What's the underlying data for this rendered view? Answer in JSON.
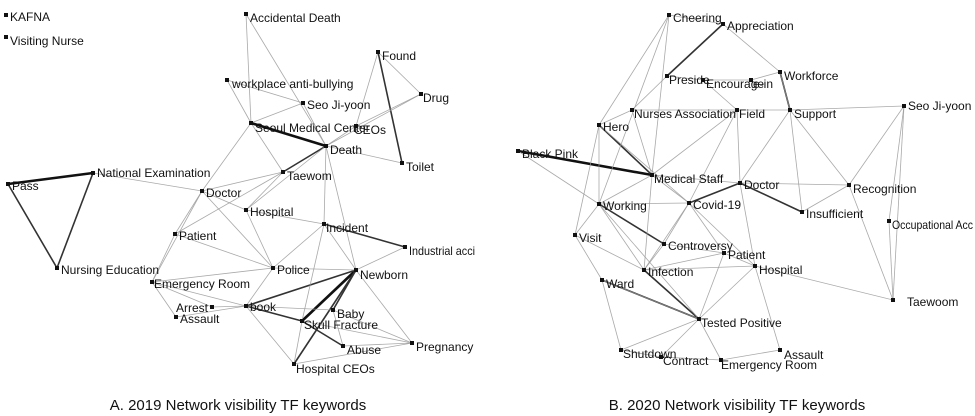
{
  "panels": [
    {
      "id": "2019",
      "caption": "A. 2019 Network visibility TF keywords",
      "nodes": [
        {
          "id": "kafna",
          "label": "KAFNA"
        },
        {
          "id": "visiting_nurse",
          "label": "Visiting Nurse"
        },
        {
          "id": "accidental_death",
          "label": "Accidental Death"
        },
        {
          "id": "workplace",
          "label": "workplace anti-bullying"
        },
        {
          "id": "seo",
          "label": "Seo Ji-yoon"
        },
        {
          "id": "found",
          "label": "Found"
        },
        {
          "id": "drug",
          "label": "Drug"
        },
        {
          "id": "smc",
          "label": "Seoul Medical Center"
        },
        {
          "id": "ceos",
          "label": "CEOs"
        },
        {
          "id": "death",
          "label": "Death"
        },
        {
          "id": "toilet",
          "label": "Toilet"
        },
        {
          "id": "pass",
          "label": "Pass"
        },
        {
          "id": "national_exam",
          "label": "National  Examination"
        },
        {
          "id": "taewom",
          "label": "Taewom"
        },
        {
          "id": "doctor",
          "label": "Doctor"
        },
        {
          "id": "hospital",
          "label": "Hospital"
        },
        {
          "id": "incident",
          "label": "Incident"
        },
        {
          "id": "industrial",
          "label": "Industrial acci"
        },
        {
          "id": "patient",
          "label": "Patient"
        },
        {
          "id": "nursing_edu",
          "label": "Nursing Education"
        },
        {
          "id": "police",
          "label": "Police"
        },
        {
          "id": "newborn",
          "label": "Newborn"
        },
        {
          "id": "er",
          "label": "Emergency Room"
        },
        {
          "id": "arrest",
          "label": "Arrest"
        },
        {
          "id": "book",
          "label": "book"
        },
        {
          "id": "baby",
          "label": "Baby"
        },
        {
          "id": "assault",
          "label": "Assault"
        },
        {
          "id": "skull",
          "label": "Skull Fracture"
        },
        {
          "id": "abuse",
          "label": "Abuse"
        },
        {
          "id": "pregnancy",
          "label": "Pregnancy"
        },
        {
          "id": "hosp_ceos",
          "label": "Hospital CEOs"
        }
      ],
      "edges": [
        [
          "pass",
          "national_exam",
          3
        ],
        [
          "pass",
          "nursing_edu",
          2
        ],
        [
          "national_exam",
          "nursing_edu",
          2
        ],
        [
          "found",
          "toilet",
          2
        ],
        [
          "smc",
          "death",
          3
        ],
        [
          "taewom",
          "death",
          2
        ],
        [
          "ceos",
          "death",
          1
        ],
        [
          "incident",
          "industrial",
          2
        ],
        [
          "newborn",
          "skull",
          3
        ],
        [
          "newborn",
          "book",
          2
        ],
        [
          "newborn",
          "baby",
          2
        ],
        [
          "skull",
          "abuse",
          2
        ],
        [
          "book",
          "skull",
          2
        ],
        [
          "newborn",
          "hosp_ceos",
          2
        ],
        [
          "police",
          "newborn",
          1
        ],
        [
          "newborn",
          "pregnancy",
          1
        ],
        [
          "incident",
          "skull",
          1
        ],
        [
          "accidental_death",
          "smc",
          1
        ],
        [
          "accidental_death",
          "death",
          1
        ],
        [
          "workplace",
          "smc",
          1
        ],
        [
          "workplace",
          "seo",
          1
        ],
        [
          "seo",
          "smc",
          1
        ],
        [
          "seo",
          "death",
          1
        ],
        [
          "found",
          "drug",
          1
        ],
        [
          "drug",
          "death",
          1
        ],
        [
          "smc",
          "taewom",
          1
        ],
        [
          "taewom",
          "doctor",
          1
        ],
        [
          "doctor",
          "hospital",
          1
        ],
        [
          "doctor",
          "patient",
          1
        ],
        [
          "doctor",
          "er",
          1
        ],
        [
          "hospital",
          "police",
          1
        ],
        [
          "hospital",
          "incident",
          1
        ],
        [
          "patient",
          "er",
          1
        ],
        [
          "er",
          "assault",
          1
        ],
        [
          "er",
          "arrest",
          1
        ],
        [
          "er",
          "police",
          1
        ],
        [
          "incident",
          "newborn",
          1
        ],
        [
          "book",
          "police",
          1
        ],
        [
          "book",
          "baby",
          1
        ],
        [
          "baby",
          "pregnancy",
          1
        ],
        [
          "abuse",
          "pregnancy",
          1
        ],
        [
          "hosp_ceos",
          "pregnancy",
          1
        ],
        [
          "skull",
          "pregnancy",
          1
        ],
        [
          "death",
          "incident",
          1
        ],
        [
          "death",
          "toilet",
          1
        ],
        [
          "taewom",
          "hospital",
          1
        ],
        [
          "national_exam",
          "doctor",
          1
        ],
        [
          "incident",
          "police",
          1
        ],
        [
          "arrest",
          "book",
          1
        ],
        [
          "assault",
          "book",
          1
        ],
        [
          "hosp_ceos",
          "book",
          1
        ],
        [
          "patient",
          "police",
          1
        ],
        [
          "smc",
          "doctor",
          1
        ],
        [
          "death",
          "hospital",
          1
        ],
        [
          "skull",
          "hosp_ceos",
          1
        ],
        [
          "baby",
          "abuse",
          1
        ],
        [
          "industrial",
          "newborn",
          1
        ],
        [
          "ceos",
          "found",
          1
        ],
        [
          "taewom",
          "patient",
          1
        ],
        [
          "doctor",
          "police",
          1
        ],
        [
          "er",
          "book",
          1
        ],
        [
          "death",
          "newborn",
          1
        ],
        [
          "drug",
          "ceos",
          1
        ]
      ]
    },
    {
      "id": "2020",
      "caption": "B. 2020 Network visibility TF keywords",
      "nodes": [
        {
          "id": "cheering",
          "label": "Cheering"
        },
        {
          "id": "appreciation",
          "label": "Appreciation"
        },
        {
          "id": "preside",
          "label": "Preside"
        },
        {
          "id": "encourage",
          "label": "Encourage"
        },
        {
          "id": "ein",
          "label": "e-in"
        },
        {
          "id": "workforce",
          "label": "Workforce"
        },
        {
          "id": "nurses_assoc",
          "label": "Nurses Association"
        },
        {
          "id": "field",
          "label": "Field"
        },
        {
          "id": "support",
          "label": "Support"
        },
        {
          "id": "seo",
          "label": "Seo Ji-yoon"
        },
        {
          "id": "hero",
          "label": "Hero"
        },
        {
          "id": "black_pink",
          "label": "Black Pink"
        },
        {
          "id": "medical_staff",
          "label": "Medical Staff"
        },
        {
          "id": "doctor",
          "label": "Doctor"
        },
        {
          "id": "recognition",
          "label": "Recognition"
        },
        {
          "id": "working",
          "label": "Working"
        },
        {
          "id": "covid",
          "label": "Covid-19"
        },
        {
          "id": "insufficient",
          "label": "Insufficient"
        },
        {
          "id": "occupational",
          "label": "Occupational Acc"
        },
        {
          "id": "visit",
          "label": "Visit"
        },
        {
          "id": "controversy",
          "label": "Controversy"
        },
        {
          "id": "patient",
          "label": "Patient"
        },
        {
          "id": "infection",
          "label": "Infection"
        },
        {
          "id": "hospital",
          "label": "Hospital"
        },
        {
          "id": "ward",
          "label": "Ward"
        },
        {
          "id": "taewoom",
          "label": "Taewoom"
        },
        {
          "id": "tested_positive",
          "label": "Tested Positive"
        },
        {
          "id": "shutdown",
          "label": "Shutdown"
        },
        {
          "id": "assault",
          "label": "Assault"
        },
        {
          "id": "contract",
          "label": "Contract"
        },
        {
          "id": "er",
          "label": "Emergency Room"
        }
      ],
      "edges": [
        [
          "black_pink",
          "medical_staff",
          3
        ],
        [
          "working",
          "controversy",
          2
        ],
        [
          "tested_positive",
          "ward",
          2
        ],
        [
          "tested_positive",
          "infection",
          2
        ],
        [
          "covid",
          "doctor",
          2
        ],
        [
          "hero",
          "medical_staff",
          2
        ],
        [
          "appreciation",
          "preside",
          2
        ],
        [
          "support",
          "workforce",
          2
        ],
        [
          "seo",
          "recognition",
          1
        ],
        [
          "seo",
          "occupational",
          1
        ],
        [
          "recognition",
          "insufficient",
          1
        ],
        [
          "recognition",
          "taewoom",
          1
        ],
        [
          "occupational",
          "taewoom",
          1
        ],
        [
          "seo",
          "taewoom",
          1
        ],
        [
          "insufficient",
          "doctor",
          2
        ],
        [
          "cheering",
          "hero",
          1
        ],
        [
          "cheering",
          "appreciation",
          1
        ],
        [
          "cheering",
          "medical_staff",
          1
        ],
        [
          "preside",
          "encourage",
          1
        ],
        [
          "encourage",
          "ein",
          1
        ],
        [
          "ein",
          "workforce",
          1
        ],
        [
          "nurses_assoc",
          "field",
          1
        ],
        [
          "field",
          "support",
          1
        ],
        [
          "support",
          "seo",
          1
        ],
        [
          "hero",
          "working",
          1
        ],
        [
          "working",
          "visit",
          1
        ],
        [
          "visit",
          "ward",
          1
        ],
        [
          "ward",
          "shutdown",
          1
        ],
        [
          "shutdown",
          "contract",
          1
        ],
        [
          "contract",
          "er",
          1
        ],
        [
          "er",
          "assault",
          1
        ],
        [
          "assault",
          "hospital",
          1
        ],
        [
          "hospital",
          "patient",
          1
        ],
        [
          "patient",
          "controversy",
          1
        ],
        [
          "controversy",
          "infection",
          1
        ],
        [
          "infection",
          "working",
          1
        ],
        [
          "covid",
          "working",
          1
        ],
        [
          "covid",
          "medical_staff",
          1
        ],
        [
          "covid",
          "controversy",
          1
        ],
        [
          "covid",
          "patient",
          1
        ],
        [
          "medical_staff",
          "doctor",
          1
        ],
        [
          "doctor",
          "support",
          1
        ],
        [
          "nurses_assoc",
          "hero",
          1
        ],
        [
          "nurses_assoc",
          "medical_staff",
          1
        ],
        [
          "field",
          "medical_staff",
          1
        ],
        [
          "field",
          "doctor",
          1
        ],
        [
          "support",
          "insufficient",
          1
        ],
        [
          "tested_positive",
          "hospital",
          1
        ],
        [
          "tested_positive",
          "patient",
          1
        ],
        [
          "tested_positive",
          "er",
          1
        ],
        [
          "tested_positive",
          "contract",
          1
        ],
        [
          "tested_positive",
          "shutdown",
          1
        ],
        [
          "black_pink",
          "working",
          1
        ],
        [
          "hero",
          "covid",
          1
        ],
        [
          "preside",
          "nurses_assoc",
          1
        ],
        [
          "encourage",
          "field",
          1
        ],
        [
          "appreciation",
          "workforce",
          1
        ],
        [
          "hospital",
          "taewoom",
          1
        ],
        [
          "recognition",
          "support",
          1
        ],
        [
          "medical_staff",
          "infection",
          1
        ],
        [
          "visit",
          "infection",
          1
        ],
        [
          "doctor",
          "recognition",
          1
        ],
        [
          "working",
          "tested_positive",
          1
        ],
        [
          "hero",
          "visit",
          1
        ],
        [
          "covid",
          "infection",
          1
        ],
        [
          "covid",
          "hospital",
          1
        ],
        [
          "medical_staff",
          "working",
          1
        ],
        [
          "doctor",
          "hospital",
          1
        ],
        [
          "field",
          "covid",
          1
        ],
        [
          "workforce",
          "support",
          1
        ],
        [
          "cheering",
          "working",
          1
        ],
        [
          "ward",
          "tested_positive",
          1
        ],
        [
          "infection",
          "hospital",
          1
        ],
        [
          "patient",
          "infection",
          1
        ]
      ]
    }
  ]
}
